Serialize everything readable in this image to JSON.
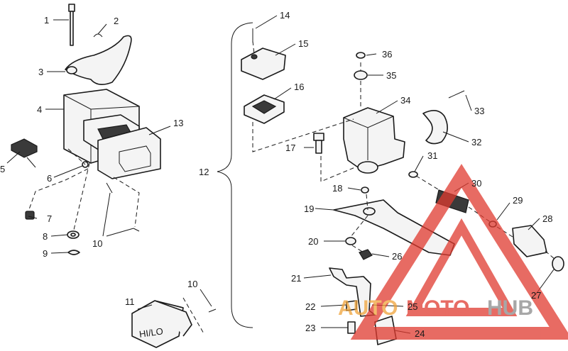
{
  "callouts": [
    "1",
    "2",
    "3",
    "4",
    "5",
    "6",
    "7",
    "8",
    "9",
    "10",
    "10",
    "11",
    "12",
    "13",
    "14",
    "15",
    "16",
    "17",
    "18",
    "19",
    "20",
    "21",
    "22",
    "23",
    "24",
    "25",
    "26",
    "27",
    "28",
    "29",
    "30",
    "31",
    "32",
    "33",
    "34",
    "35",
    "36"
  ],
  "switch_label": "HI/LO",
  "watermark": {
    "part1": "AUTO",
    "part2": "MOTO",
    "part3": "HUB",
    "color_red": "#e03a2f",
    "color_orange": "#f0a43a",
    "color_gray": "#8a8a8a"
  }
}
